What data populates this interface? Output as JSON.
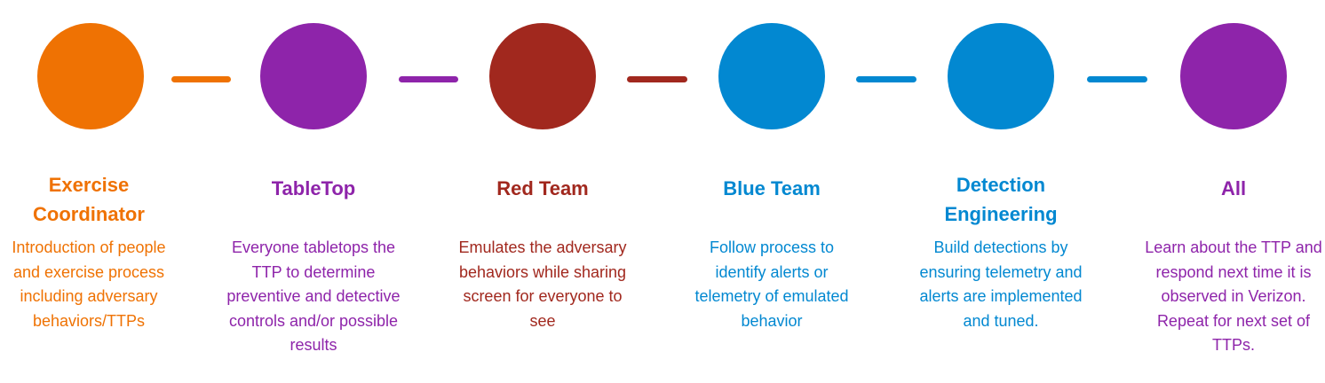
{
  "steps": [
    {
      "title": "Exercise\nCoordinator",
      "description": "Introduction of people\nand exercise process\nincluding adversary\nbehaviors/TTPs",
      "color": "#EF7203"
    },
    {
      "title": "TableTop",
      "description": "Everyone tabletops the\nTTP to determine\npreventive and detective\ncontrols and/or possible\nresults",
      "color": "#8E24AA"
    },
    {
      "title": "Red Team",
      "description": "Emulates the adversary\nbehaviors while sharing\nscreen for everyone to\nsee",
      "color": "#A1281E"
    },
    {
      "title": "Blue Team",
      "description": "Follow process to\nidentify alerts or\ntelemetry of emulated\nbehavior",
      "color": "#0288D1"
    },
    {
      "title": "Detection\nEngineering",
      "description": "Build detections by\nensuring telemetry and\nalerts are implemented\nand tuned.",
      "color": "#0288D1"
    },
    {
      "title": "All",
      "description": "Learn about the TTP and\nrespond next time it is\nobserved in Verizon.\nRepeat for next set of\nTTPs.",
      "color": "#8E24AA"
    }
  ],
  "connectors": [
    {
      "color": "#EF7203"
    },
    {
      "color": "#8E24AA"
    },
    {
      "color": "#A1281E"
    },
    {
      "color": "#0288D1"
    },
    {
      "color": "#0288D1"
    }
  ]
}
